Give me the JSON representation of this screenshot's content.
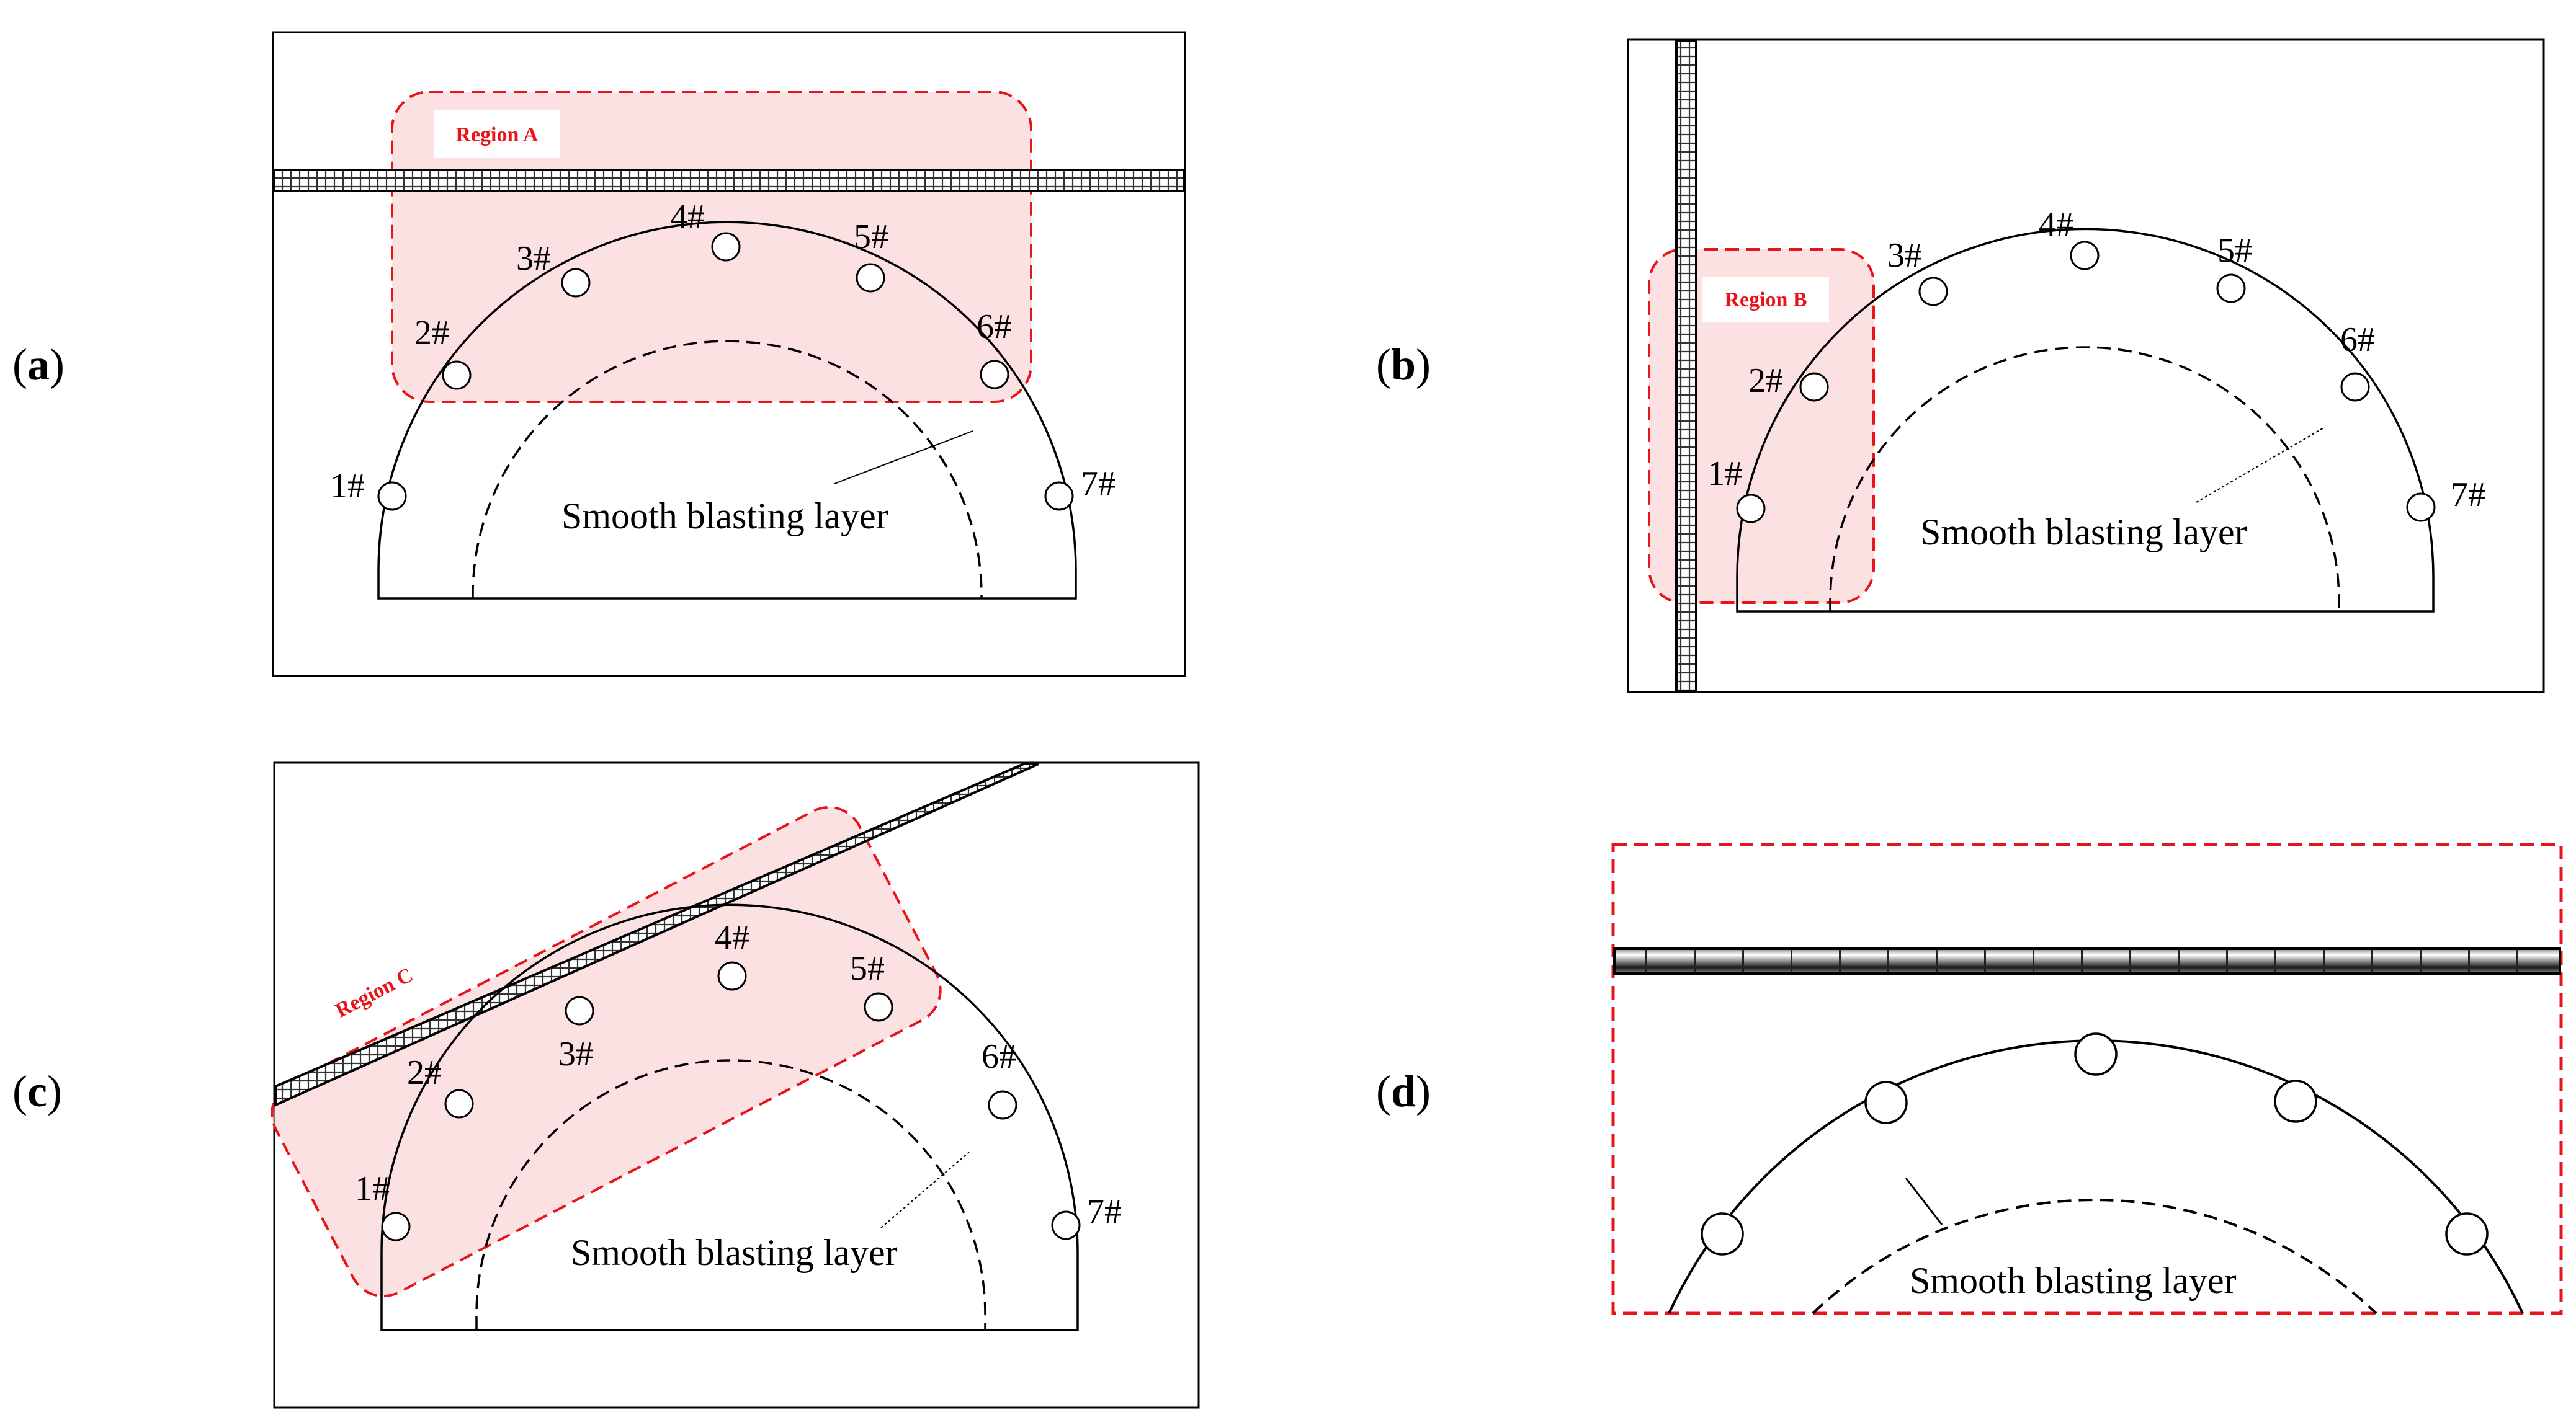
{
  "panels": [
    {
      "id": "a",
      "label": "a",
      "region": "Region A",
      "holes": [
        "1#",
        "2#",
        "3#",
        "4#",
        "5#",
        "6#",
        "7#"
      ],
      "layer": "Smooth blasting layer"
    },
    {
      "id": "b",
      "label": "b",
      "region": "Region B",
      "holes": [
        "1#",
        "2#",
        "3#",
        "4#",
        "5#",
        "6#",
        "7#"
      ],
      "layer": "Smooth blasting layer"
    },
    {
      "id": "c",
      "label": "c",
      "region": "Region C",
      "holes": [
        "1#",
        "2#",
        "3#",
        "4#",
        "5#",
        "6#",
        "7#"
      ],
      "layer": "Smooth blasting layer"
    },
    {
      "id": "d",
      "label": "d",
      "layer": "Smooth blasting layer"
    }
  ],
  "colors": {
    "region_stroke": "#e8141b",
    "region_fill": "#f9c9cc",
    "line": "#000000"
  }
}
